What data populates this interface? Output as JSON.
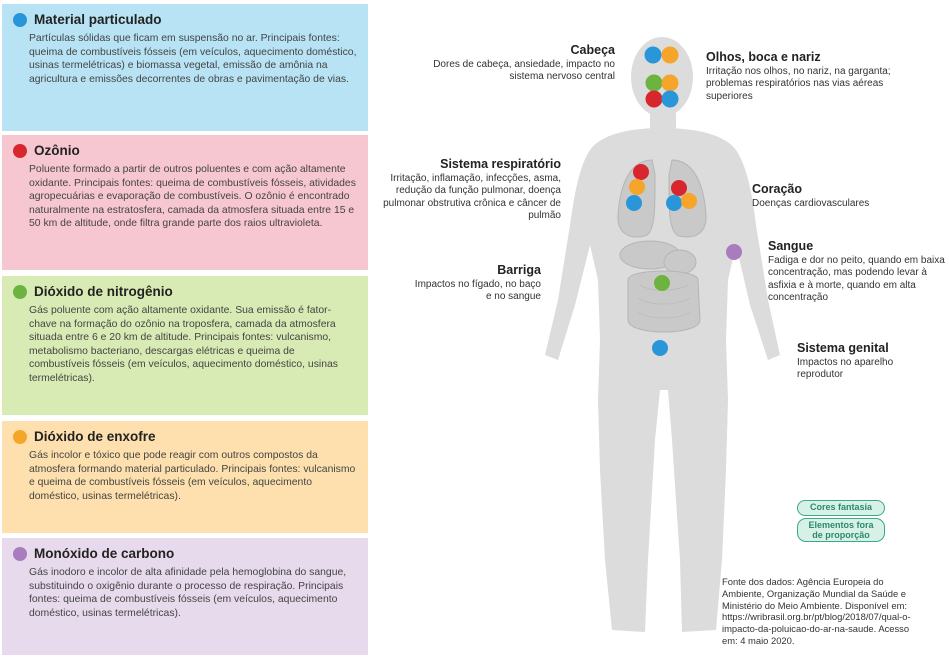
{
  "pollutants": [
    {
      "name": "Material particulado",
      "color": "#2896d8",
      "bg": "#b7e3f5",
      "text": "Partículas sólidas que ficam em suspensão no ar. Principais fontes: queima de combustíveis fósseis (em veículos, aquecimento doméstico, usinas termelétricas) e biomassa vegetal, emissão de amônia na agricultura e emissões decorrentes de obras e pavimentação de vias."
    },
    {
      "name": "Ozônio",
      "color": "#d8262f",
      "bg": "#f6c7d1",
      "text": "Poluente formado a partir de outros poluentes e com ação altamente oxidante. Principais fontes: queima de combustíveis fósseis, atividades agropecuárias e evaporação de combustíveis. O ozônio é encontrado naturalmente na estratosfera, camada da atmosfera situada entre 15 e 50 km de altitude, onde filtra grande parte dos raios ultravioleta."
    },
    {
      "name": "Dióxido de nitrogênio",
      "color": "#6cb33f",
      "bg": "#d9ebb4",
      "text": "Gás poluente com ação altamente oxidante. Sua emissão é fator-chave na formação do ozônio na troposfera, camada da atmosfera situada entre 6 e 20 km de altitude. Principais fontes: vulcanismo, metabolismo bacteriano, descargas elétricas e queima de combustíveis fósseis (em veículos, aquecimento doméstico, usinas termelétricas)."
    },
    {
      "name": "Dióxido de enxofre",
      "color": "#f4a52a",
      "bg": "#fde0ad",
      "text": "Gás incolor e tóxico que pode reagir com outros compostos da atmosfera formando material particulado. Principais fontes: vulcanismo e queima de combustíveis fósseis (em veículos, aquecimento doméstico, usinas termelétricas)."
    },
    {
      "name": "Monóxido de carbono",
      "color": "#a97cbd",
      "bg": "#e7daec",
      "text": "Gás inodoro e incolor de alta afinidade pela hemoglobina do sangue, substituindo o oxigênio durante o processo de respiração. Principais fontes: queima de combustíveis fósseis (em veículos, aquecimento doméstico, usinas termelétricas)."
    }
  ],
  "organs": {
    "cabeca": {
      "title": "Cabeça",
      "text": "Dores de cabeça, ansiedade, impacto no sistema nervoso central"
    },
    "olhos": {
      "title": "Olhos, boca e nariz",
      "text": "Irritação nos olhos, no nariz, na garganta; problemas respiratórios nas vias aéreas superiores"
    },
    "respiratorio": {
      "title": "Sistema respiratório",
      "text": "Irritação, inflamação, infecções, asma, redução da função pulmonar, doença pulmonar obstrutiva crônica e câncer de pulmão"
    },
    "coracao": {
      "title": "Coração",
      "text": "Doenças cardiovasculares"
    },
    "sangue": {
      "title": "Sangue",
      "text": "Fadiga e dor no peito, quando em baixa concentração, mas podendo levar à asfixia e à morte, quando em alta concentração"
    },
    "barriga": {
      "title": "Barriga",
      "text": "Impactos no fígado, no baço e no sangue"
    },
    "genital": {
      "title": "Sistema genital",
      "text": "Impactos no aparelho reprodutor"
    }
  },
  "badges": {
    "fantasia": "Cores fantasia",
    "proporcao": "Elementos fora de proporção"
  },
  "source": "Fonte dos dados: Agência Europeia do Ambiente, Organização Mundial da Saúde e Ministério do Meio Ambiente. Disponível em: https://wribrasil.org.br/pt/blog/2018/07/qual-o-impacto-da-poluicao-do-ar-na-saude. Acesso em: 4 maio 2020."
}
